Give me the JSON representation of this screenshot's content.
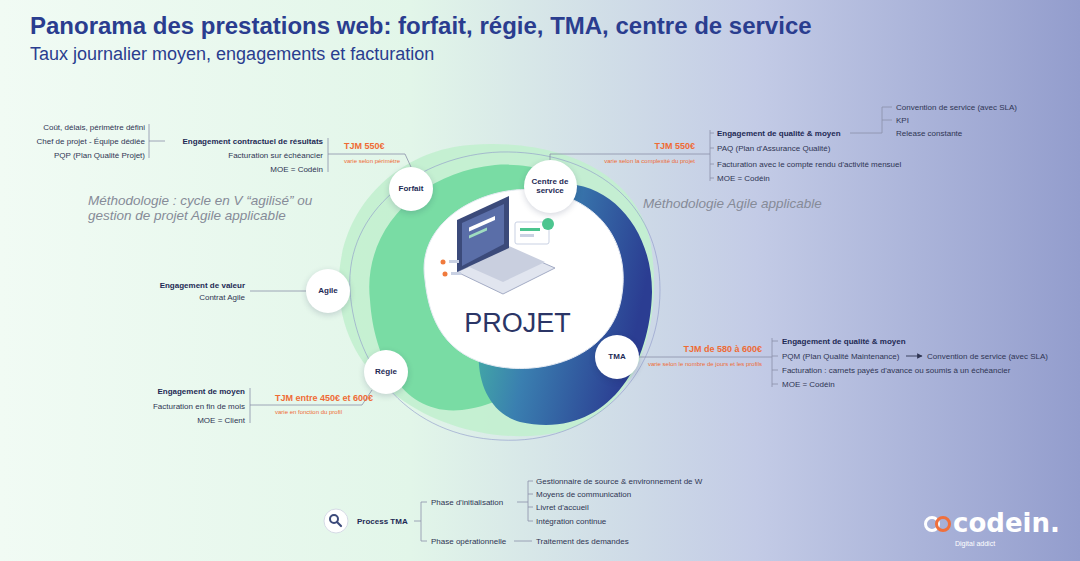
{
  "diagram": {
    "title": "Panorama des prestations web: forfait, régie, TMA, centre de service",
    "nodes": [
      {
        "text": [
          "PROJET"
        ]
      },
      {
        "text": [
          "Forfait"
        ]
      },
      {
        "text": [
          "Centre de service"
        ]
      },
      {
        "text": [
          "Agile"
        ]
      },
      {
        "text": [
          "Régie"
        ]
      },
      {
        "text": [
          "TMA"
        ]
      }
    ],
    "labels": [
      "Taux journalier moyen, engagements et facturation",
      "Coût, délais, périmètre défini",
      "Chef de projet - Équipe dédiée",
      "PQP (Plan Qualité Projet)",
      "Engagement contractuel de résultats",
      "Facturation sur échéancier",
      "MOE = Codéin",
      "TJM 550€",
      "varie selon périmètre",
      "TJM 550€",
      "varie selon la complexité du projet",
      "Engagement de qualité & moyen",
      "PAQ (Plan d'Assurance Qualité)",
      "Facturation avec le compte rendu d'activité mensuel",
      "MOE = Codéin",
      "Convention de service (avec SLA)",
      "KPI",
      "Release constante",
      "Méthodologie : cycle en V “agilisé” ou gestion de projet Agile applicable",
      "Méthodologie Agile applicable",
      "Engagement de valeur",
      "Contrat Agile",
      "Engagement de moyen",
      "Facturation en fin de mois",
      "MOE = Client",
      "TJM entre 450€ et 600€",
      "varie en fonction du profil",
      "TJM de 580 à 600€",
      "varie selon le nombre de jours et les profils",
      "Engagement de qualité & moyen",
      "PQM (Plan Qualité Maintenance)",
      "Convention de service (avec SLA)",
      "Facturation : carnets payés d'avance ou soumis à un échéancier",
      "MOE = Codéin",
      "Process TMA",
      "Phase d'initialisation",
      "Gestionnaire de source & environnement de W",
      "Moyens de communication",
      "Livret d'accueil",
      "Intégration continue",
      "Phase opérationnelle",
      "Traitement des demandes",
      "codein.",
      "Digital addict"
    ]
  }
}
